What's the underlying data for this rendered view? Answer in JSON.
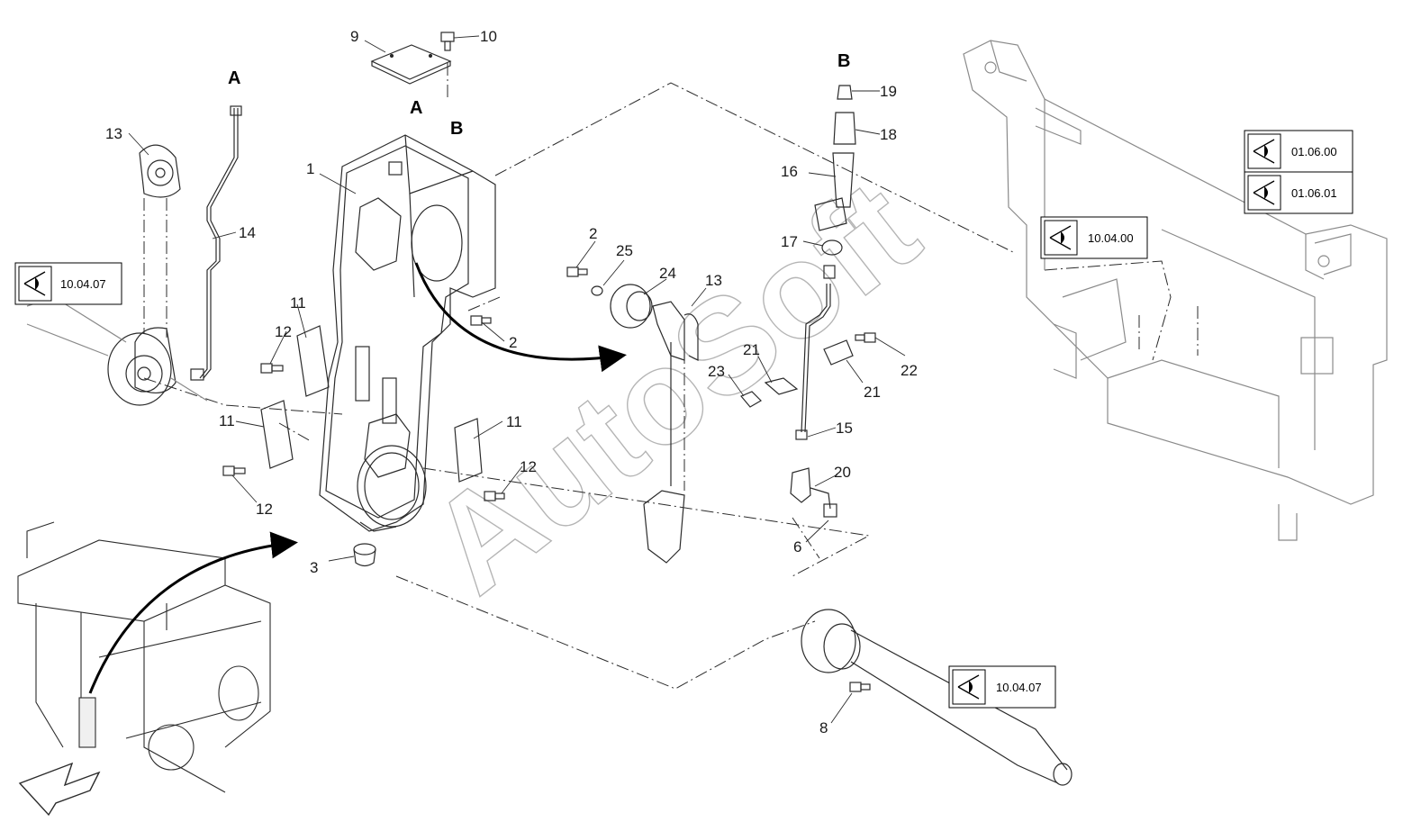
{
  "colors": {
    "line": "#2b2b2b",
    "light_line": "#8a8a8a",
    "watermark": "#b5b5b5",
    "background": "#ffffff"
  },
  "watermark": {
    "text": "AutoSoft"
  },
  "reference_boxes": [
    {
      "icon": "eye-icon",
      "label": "10.04.07"
    },
    {
      "icon": "eye-icon",
      "label": "01.06.00"
    },
    {
      "icon": "eye-icon",
      "label": "01.06.01"
    },
    {
      "icon": "eye-icon",
      "label": "10.04.00"
    },
    {
      "icon": "eye-icon",
      "label": "10.04.07"
    }
  ],
  "callouts": [
    "9",
    "10",
    "A",
    "B",
    "1",
    "A",
    "13",
    "14",
    "11",
    "12",
    "11",
    "12",
    "11",
    "12",
    "12",
    "3",
    "2",
    "2",
    "25",
    "24",
    "13",
    "21",
    "23",
    "21",
    "22",
    "B",
    "19",
    "18",
    "16",
    "17",
    "15",
    "20",
    "6",
    "8"
  ]
}
